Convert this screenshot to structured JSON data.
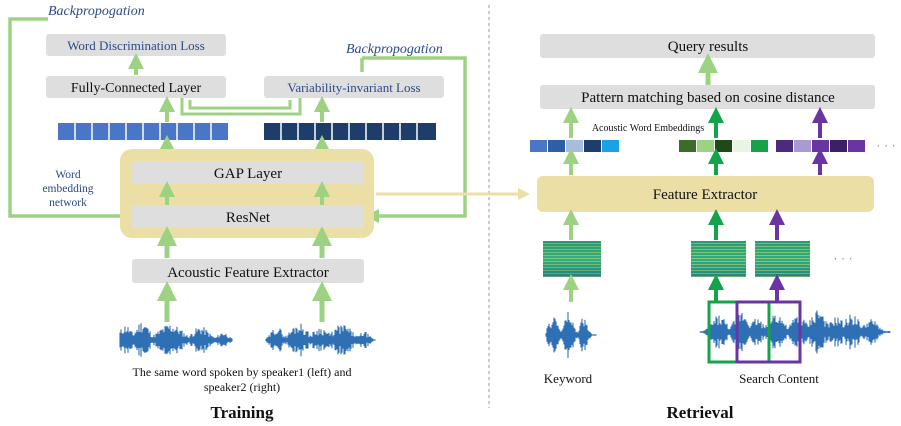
{
  "training": {
    "title": "Training",
    "backprop_left": "Backpropogation",
    "backprop_right": "Backpropogation",
    "word_disc_loss": "Word Discrimination Loss",
    "fc_layer": "Fully-Connected Layer",
    "variability_loss": "Variability-invariant Loss",
    "gap_layer": "GAP Layer",
    "resnet": "ResNet",
    "embedding_network_lines": [
      "Word",
      "embedding",
      "network"
    ],
    "acoustic_extractor": "Acoustic Feature Extractor",
    "caption_lines": [
      "The same word spoken by speaker1 (left) and",
      "speaker2 (right)"
    ]
  },
  "retrieval": {
    "title": "Retrieval",
    "query_results": "Query results",
    "pattern_matching": "Pattern matching based on cosine distance",
    "awe_label": "Acoustic Word Embeddings",
    "feature_extractor": "Feature Extractor",
    "keyword_label": "Keyword",
    "search_label": "Search Content",
    "ellipsis": "· · ·"
  },
  "colors": {
    "arrow_green": "#9dd283",
    "box_gray": "#dedede",
    "beige": "#ecdfa6",
    "cell_blue": "#4a76c7",
    "cell_navy": "#1f3d6b",
    "dark_green": "#14a34a",
    "purple": "#6a35a3",
    "wave_blue": "#2f6fb3"
  }
}
